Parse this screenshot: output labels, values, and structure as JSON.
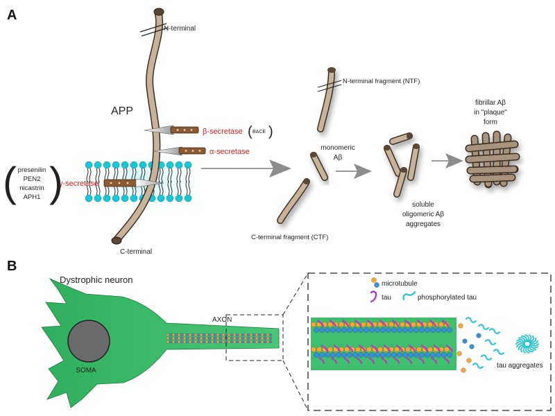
{
  "panel_a": {
    "letter": "A",
    "app_label": "APP",
    "n_terminal": "N-terminal",
    "c_terminal": "C-terminal",
    "beta_secretase": "β-secretase",
    "bace": "BACE",
    "alpha_secretase": "α-secretase",
    "gamma_secretase": "γ-secretase",
    "gamma_complex": [
      "presenilin",
      "PEN2",
      "nicastrin",
      "APH1"
    ],
    "ntf_label": "N-terminal fragment (NTF)",
    "ctf_label": "C-terminal fragment (CTF)",
    "monomeric": [
      "monomeric",
      "Aβ"
    ],
    "oligomeric": [
      "soluble",
      "oligomeric Aβ",
      "aggregates"
    ],
    "fibrillar": [
      "fibrillar Aβ",
      "in \"plaque\"",
      "form"
    ]
  },
  "panel_b": {
    "letter": "B",
    "neuron_title": "Dystrophic neuron",
    "soma": "SOMA",
    "axon": "AXON",
    "legend_microtubule": "microtubule",
    "legend_tau": "tau",
    "legend_phospho_tau": "phosphorylated tau",
    "tau_aggregates": "tau aggregates"
  },
  "colors": {
    "app_fill": "#c7b39c",
    "app_stroke": "#3a2d22",
    "enzyme_brown": "#8a5a34",
    "secretase_red": "#d32020",
    "lipid_head": "#14c8d8",
    "neuron_green": "#3fbf6e",
    "soma_gray": "#6a6a6a",
    "tubulin_orange": "#f2a93b",
    "tubulin_blue": "#3a8fd6",
    "tau_purple": "#b23cc4",
    "phospho_tau_cyan": "#22c6cf",
    "arrow_gray": "#8c8c8c"
  }
}
